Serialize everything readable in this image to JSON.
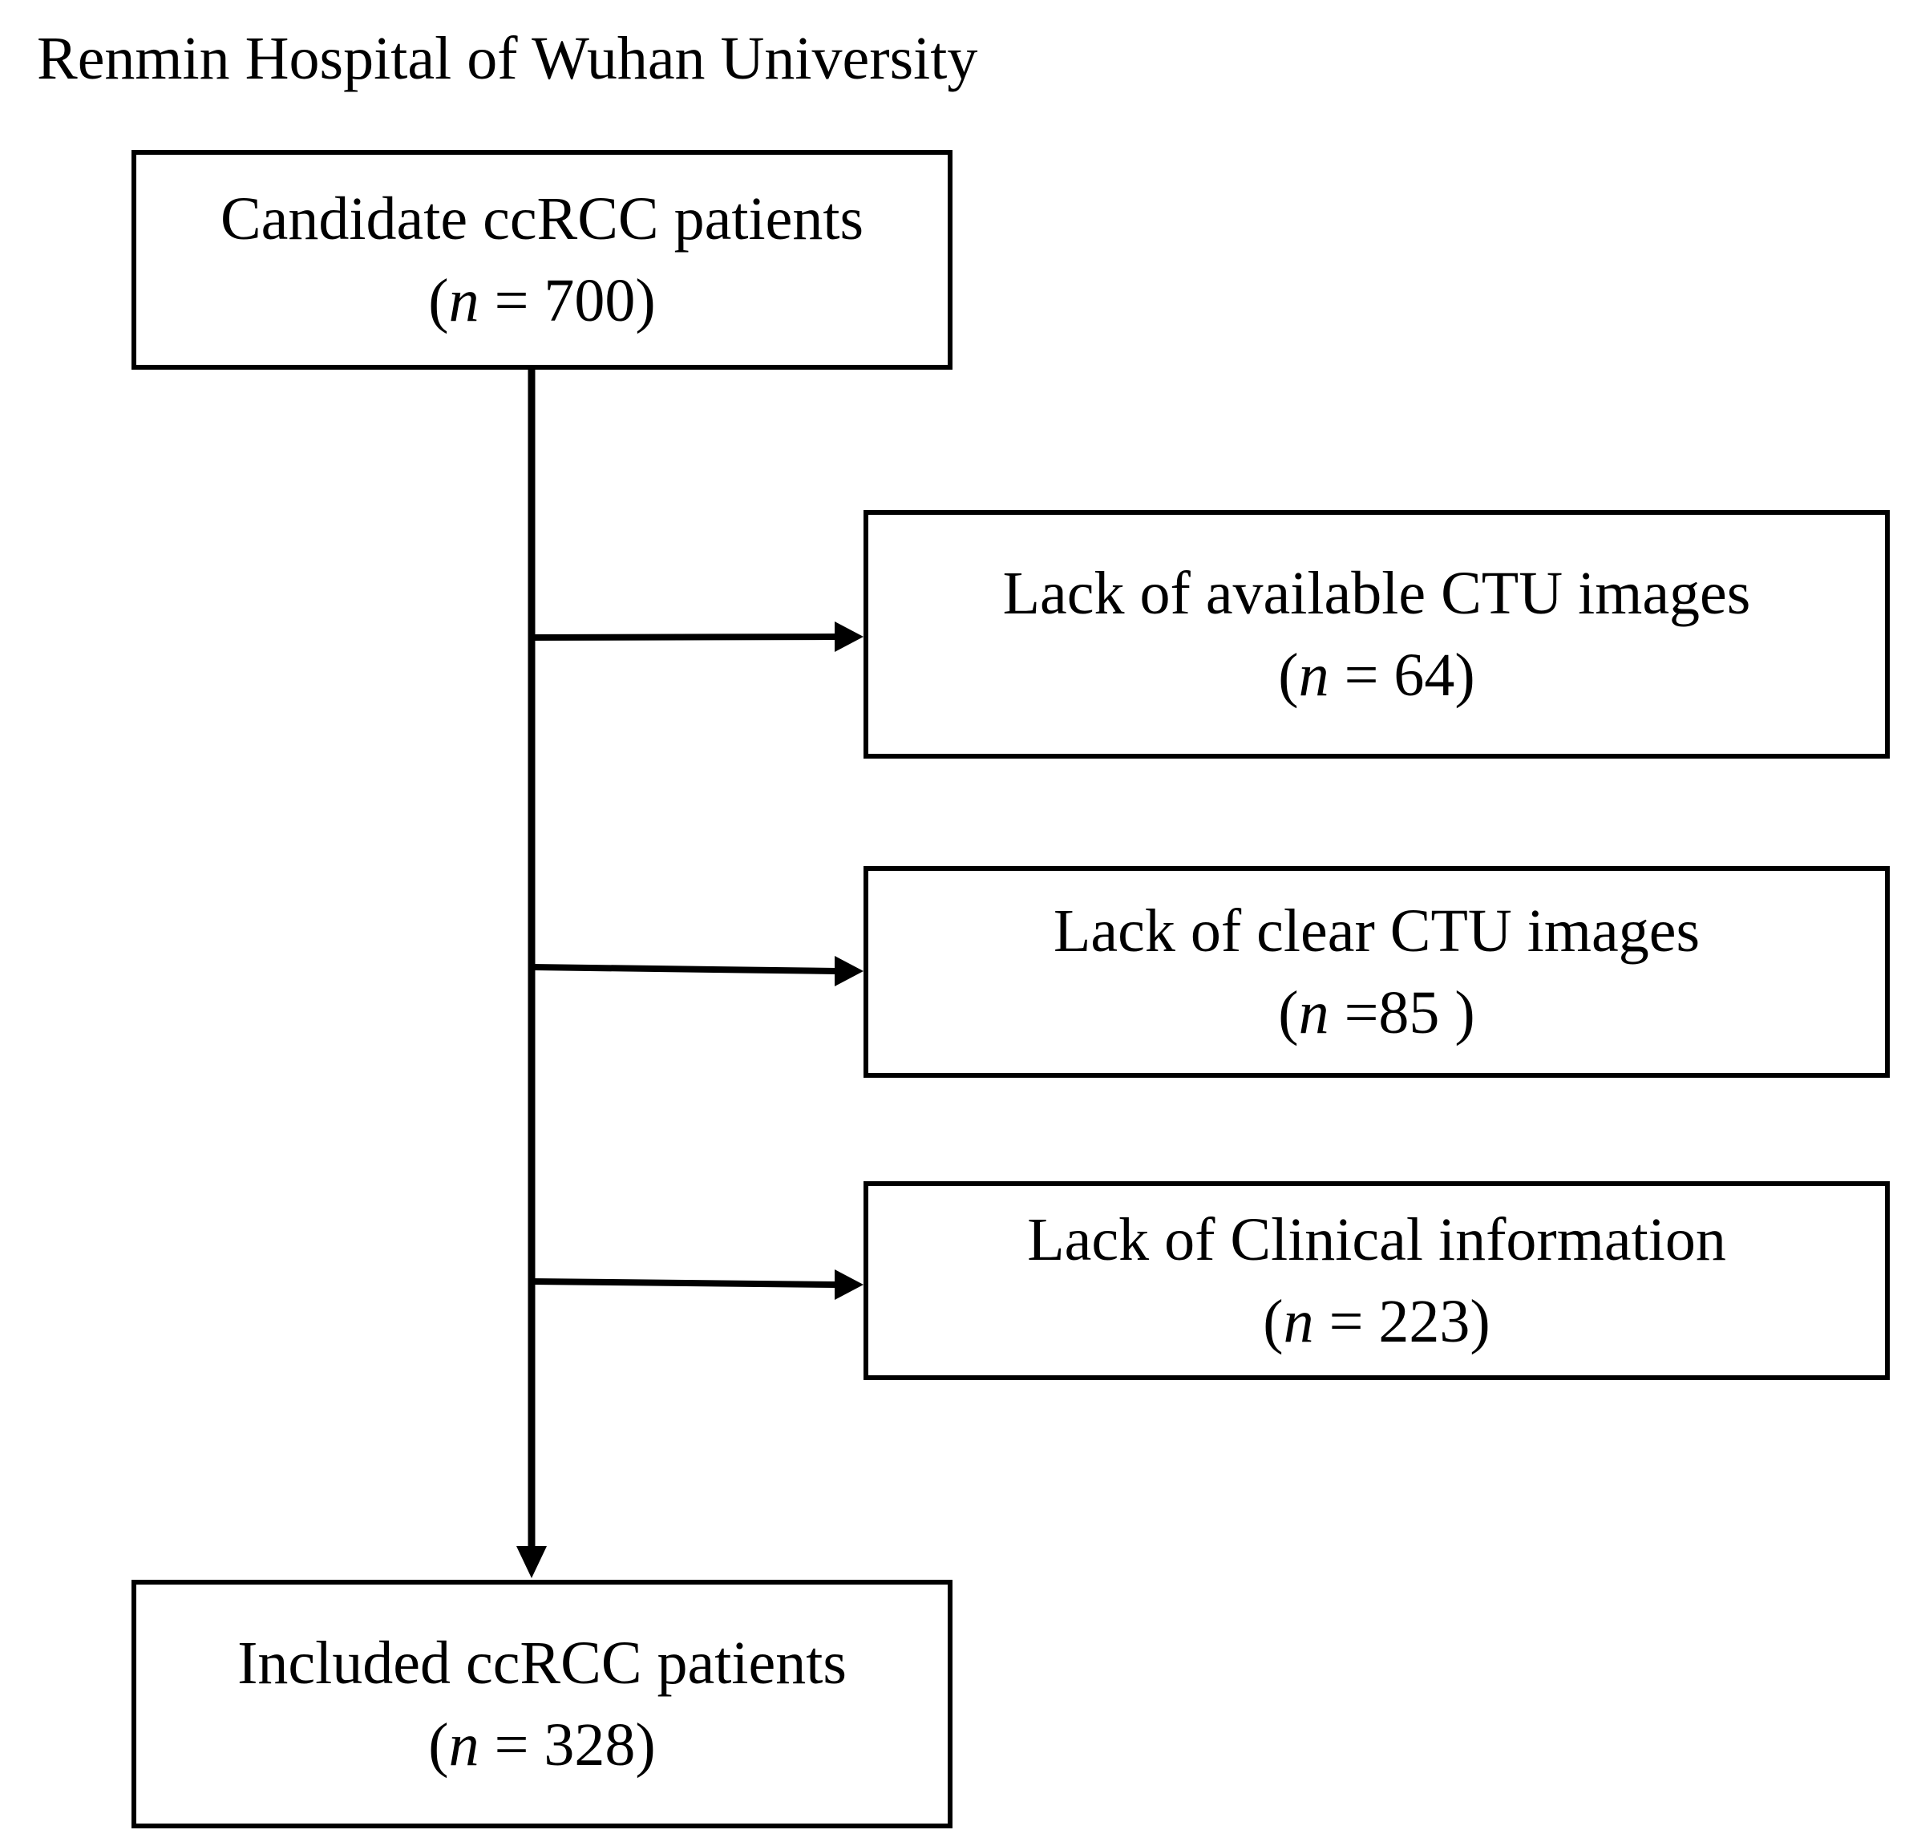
{
  "heading": "Renmin Hospital of Wuhan University",
  "boxes": {
    "candidate": {
      "label": "Candidate ccRCC patients",
      "n_open": "(",
      "n_var": "n",
      "n_rest": " = 700)"
    },
    "exclusion_1": {
      "label": "Lack of available CTU images",
      "n_open": "(",
      "n_var": "n",
      "n_rest": " = 64)"
    },
    "exclusion_2": {
      "label": "Lack of clear CTU images",
      "n_open": "(",
      "n_var": "n",
      "n_rest": " =85 )"
    },
    "exclusion_3": {
      "label": "Lack of Clinical information",
      "n_open": "(",
      "n_var": "n",
      "n_rest": " = 223)"
    },
    "included": {
      "label": "Included ccRCC patients",
      "n_open": "(",
      "n_var": "n",
      "n_rest": " = 328)"
    }
  },
  "colors": {
    "line": "#000000",
    "background": "#ffffff"
  }
}
